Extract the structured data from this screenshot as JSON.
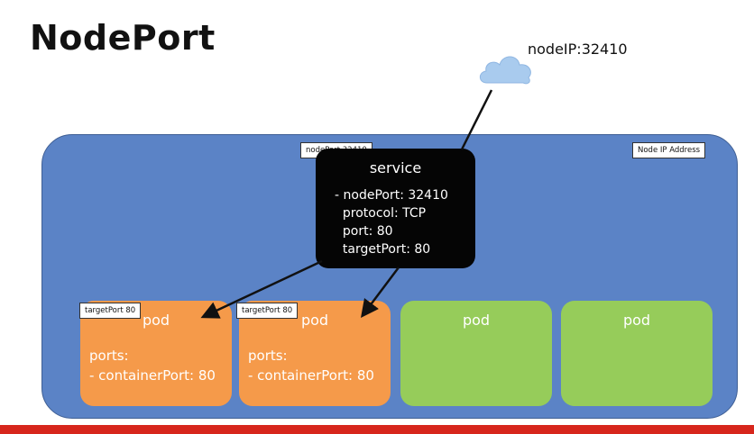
{
  "slide": {
    "title": "NodePort",
    "node_ip_label": "nodeIP:32410",
    "node_ip_address_tag": "Node IP Address",
    "node_port_tag": "nodePort 32410"
  },
  "service": {
    "title": "service",
    "lines": [
      "- nodePort: 32410",
      "  protocol: TCP",
      "  port: 80",
      "  targetPort: 80"
    ]
  },
  "pods": [
    {
      "title": "pod",
      "color": "#f59a4a",
      "tag": "targetPort 80",
      "ports_label": "ports:",
      "container_port": "- containerPort: 80"
    },
    {
      "title": "pod",
      "color": "#f59a4a",
      "tag": "targetPort 80",
      "ports_label": "ports:",
      "container_port": "- containerPort: 80"
    },
    {
      "title": "pod",
      "color": "#96cc5a"
    },
    {
      "title": "pod",
      "color": "#96cc5a"
    }
  ],
  "colors": {
    "cluster": "#5b83c6",
    "service": "#050505",
    "cloud": "#a9cbee",
    "bottom_bar": "#d7261c"
  },
  "icons": [
    "cloud-icon"
  ]
}
